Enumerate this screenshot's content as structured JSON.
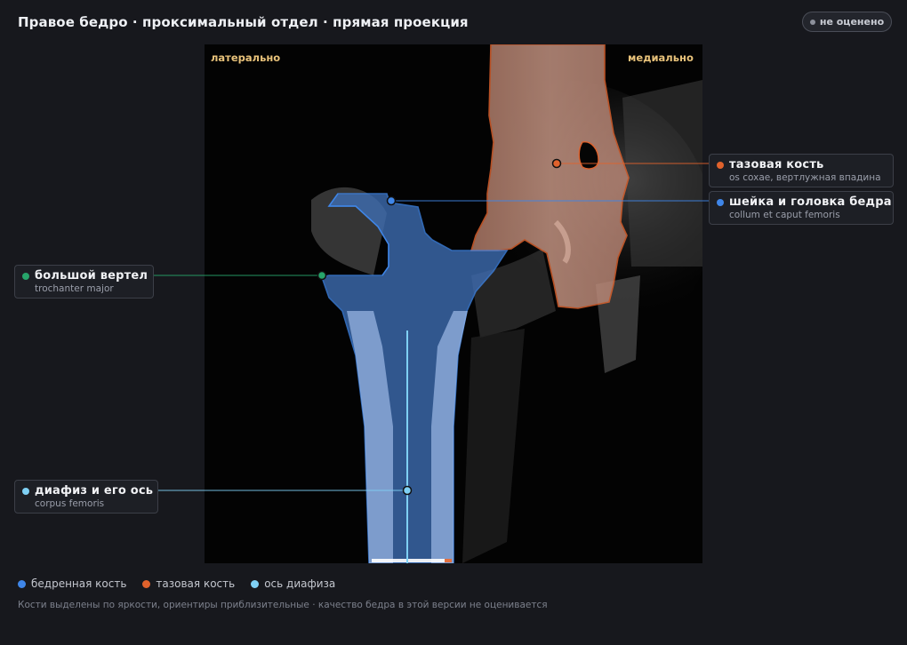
{
  "header": {
    "title": "Правое бедро · проксимальный отдел · прямая проекция",
    "status": "не оценено"
  },
  "viewer": {
    "orientation_left": "латерально",
    "orientation_right": "медиально"
  },
  "callouts": {
    "pelvis": {
      "name": "тазовая кость",
      "latin": "os coxae, вертлужная впадина",
      "color": "#e0622c"
    },
    "neck_head": {
      "name": "шейка и головка бедра",
      "latin": "collum et caput femoris",
      "color": "#3f86e8"
    },
    "greater_trochanter": {
      "name": "большой вертел",
      "latin": "trochanter major",
      "color": "#27a56b"
    },
    "shaft": {
      "name": "диафиз и его ось",
      "latin": "corpus femoris",
      "color": "#7fd0f4"
    }
  },
  "legend": [
    {
      "label": "бедренная кость",
      "color": "#3f86e8"
    },
    {
      "label": "тазовая кость",
      "color": "#e0622c"
    },
    {
      "label": "ось диафиза",
      "color": "#7fd0f4"
    }
  ],
  "footnote": "Кости выделены по яркости, ориентиры приблизительные · качество бедра в этой версии не оценивается"
}
